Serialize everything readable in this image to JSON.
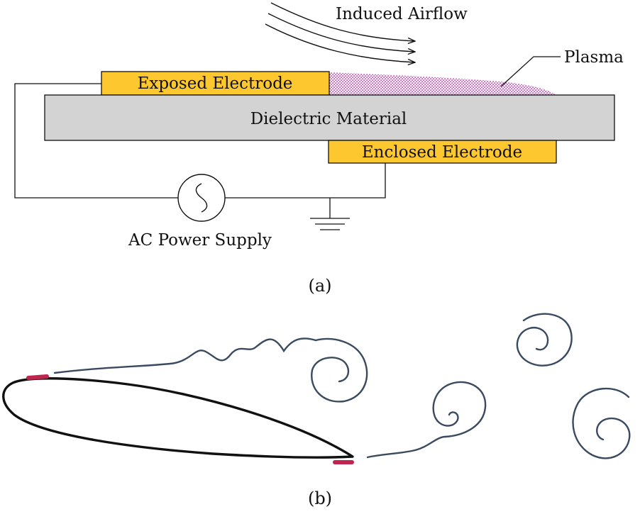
{
  "panel_a": {
    "induced_airflow_label": "Induced Airflow",
    "plasma_label": "Plasma",
    "exposed_electrode_label": "Exposed Electrode",
    "dielectric_label": "Dielectric Material",
    "enclosed_electrode_label": "Enclosed Electrode",
    "power_supply_label": "AC Power Supply",
    "caption": "(a)"
  },
  "panel_b": {
    "caption": "(b)"
  },
  "colors": {
    "electrode": "#fdc82f",
    "dielectric": "#d3d3d3",
    "plasma": "#e23fd5",
    "vortex": "#3a4a60",
    "actuator": "#c0254f",
    "line": "#111111"
  }
}
